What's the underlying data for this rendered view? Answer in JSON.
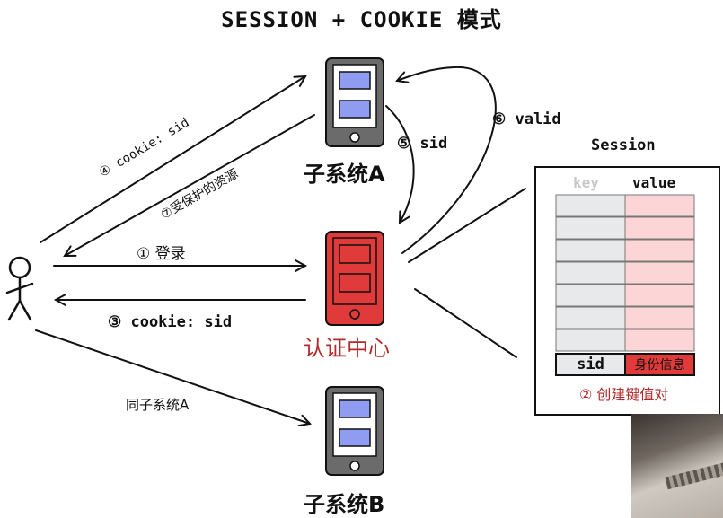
{
  "title": "SESSION + COOKIE 模式",
  "nodes": {
    "subsystem_a": "子系统A",
    "auth_center": "认证中心",
    "subsystem_b": "子系统B"
  },
  "edges": {
    "step1": "① 登录",
    "step3": "③ cookie: sid",
    "step4": "④ cookie: sid",
    "step5": "⑤ sid",
    "step6": "⑥ valid",
    "step7": "⑦受保护的资源",
    "same_as_a": "同子系统A"
  },
  "session": {
    "title": "Session",
    "key_header": "key",
    "value_header": "value",
    "sid_cell": "sid",
    "identity_cell": "身份信息",
    "note": "② 创建键值对"
  },
  "colors": {
    "device_gray": "#6b6b6b",
    "device_screen_blue": "#8f9cf2",
    "auth_red": "#e03a3a",
    "auth_text_red": "#b22a2a",
    "key_cell_gray": "#e8e9ea",
    "value_cell_pink": "#fcd6d6"
  }
}
